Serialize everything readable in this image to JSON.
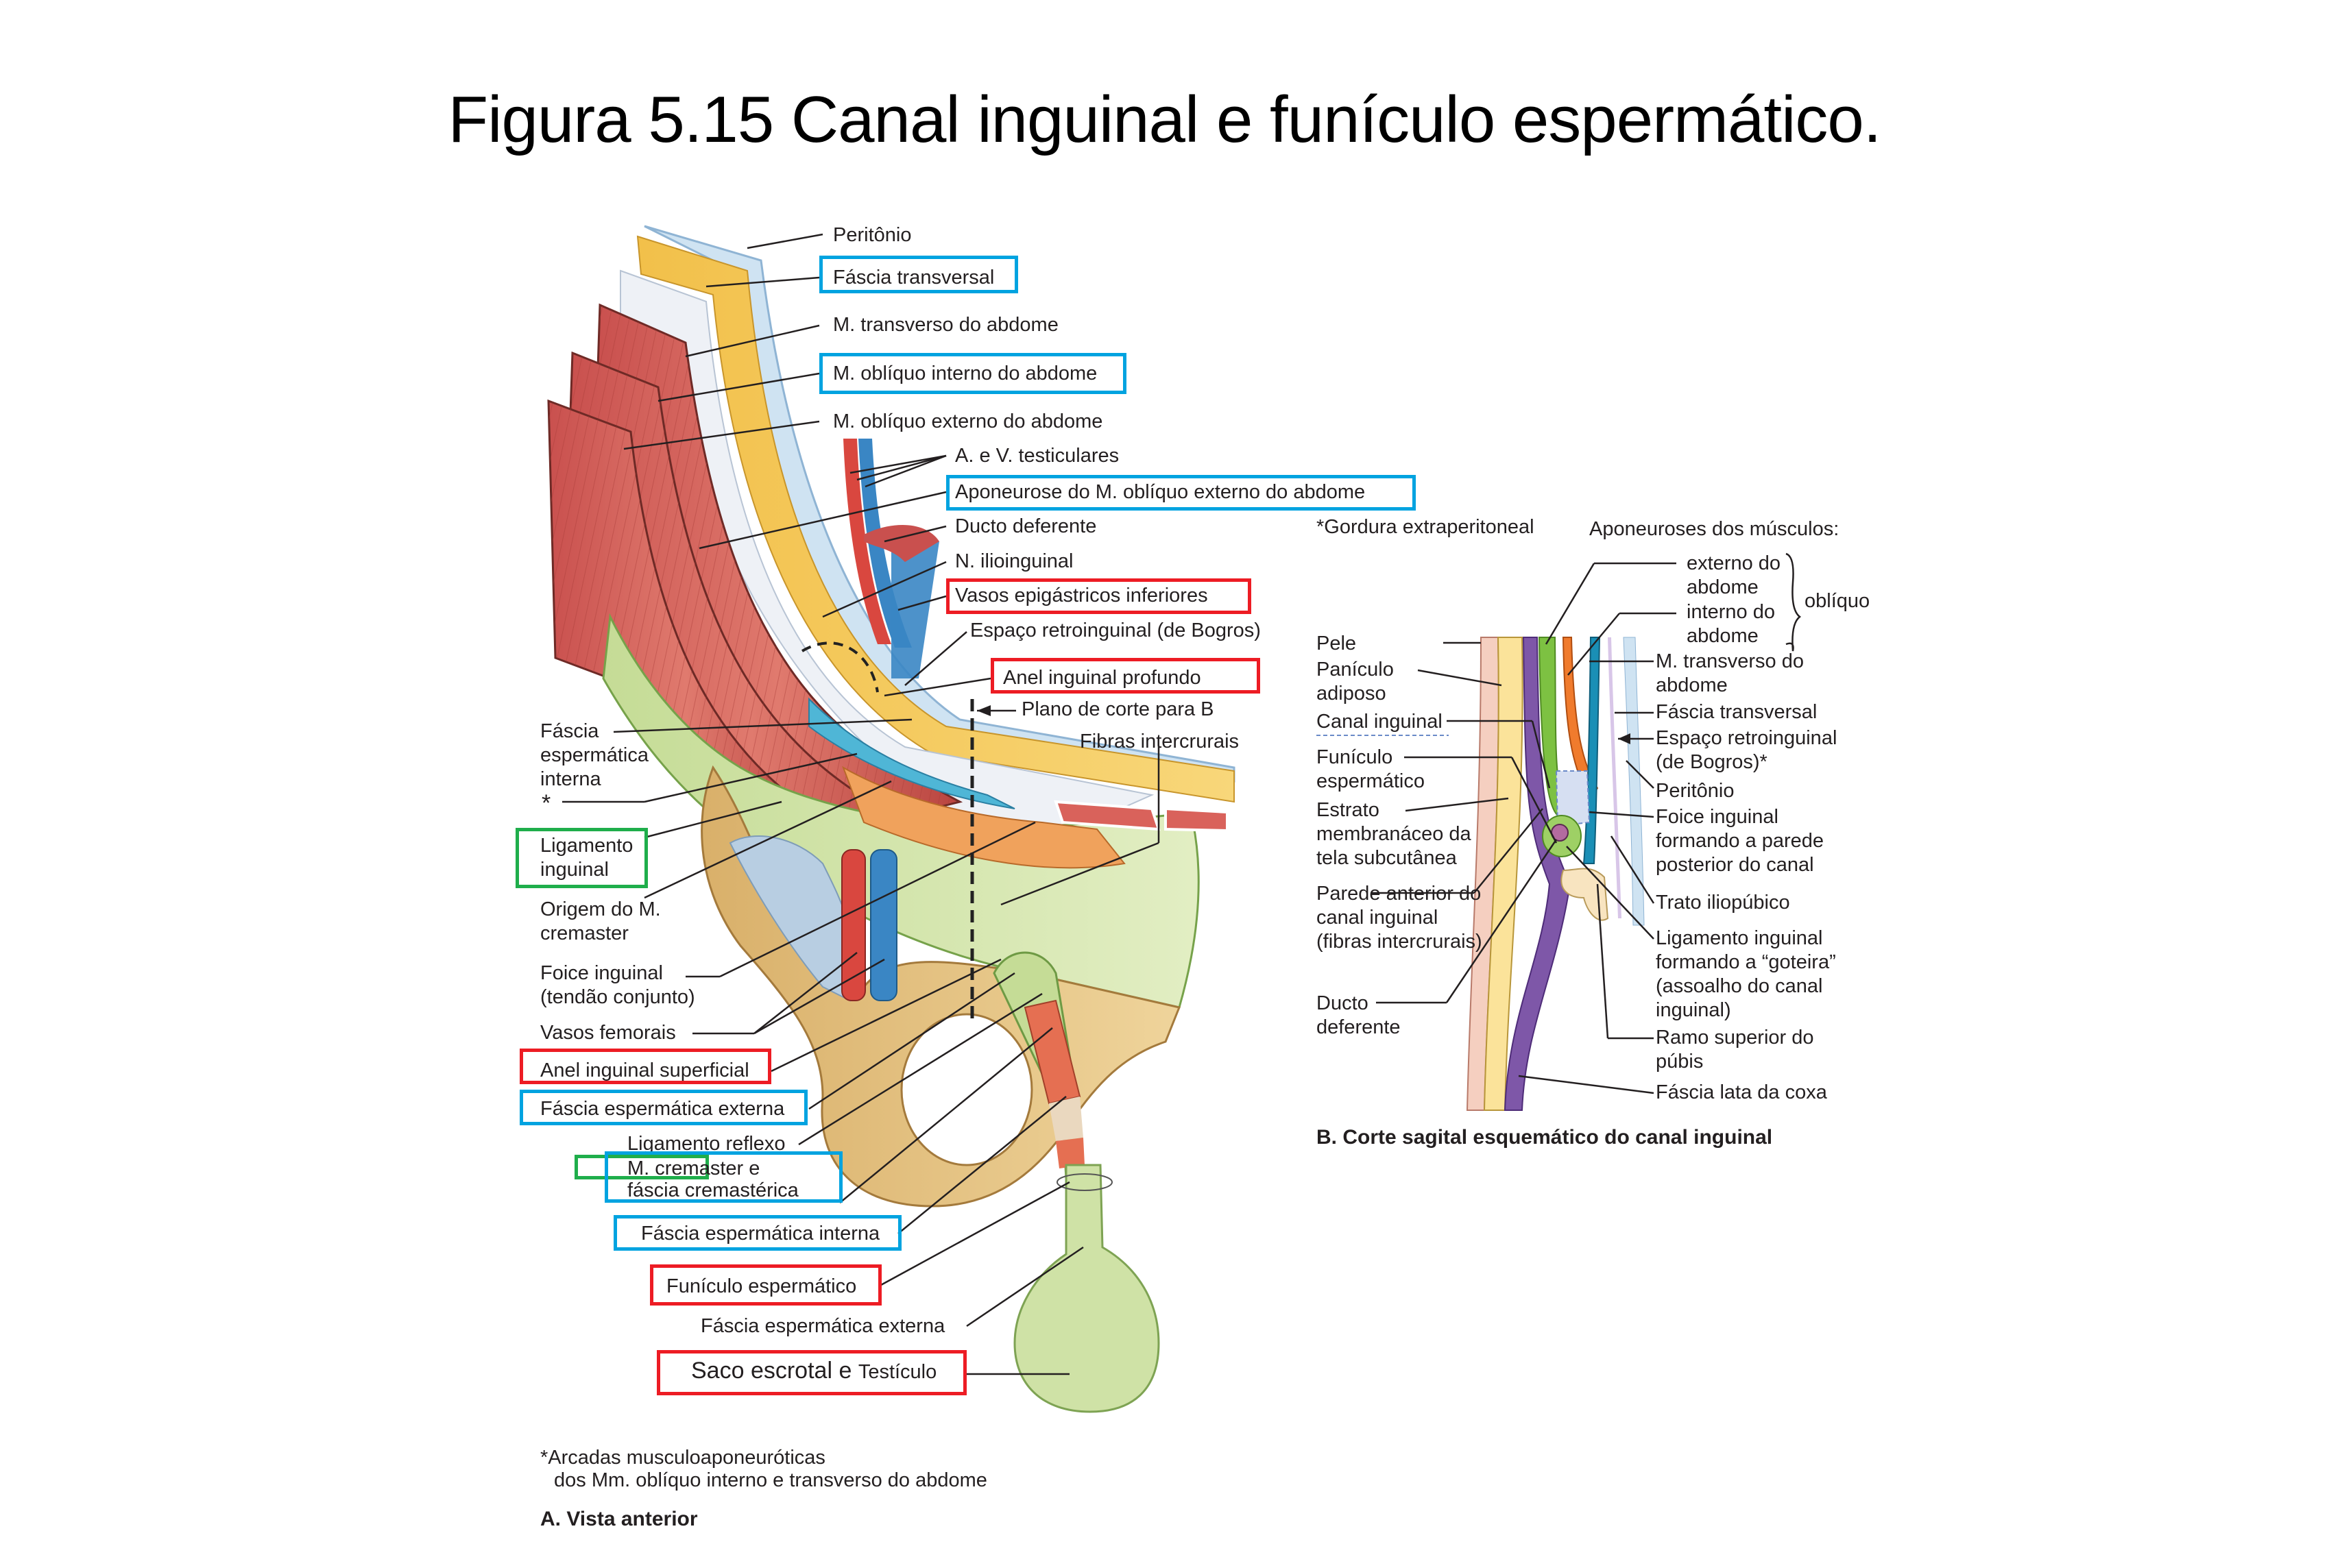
{
  "title": "Figura 5.15 Canal inguinal e funículo espermático.",
  "panel_a": {
    "caption": "A. Vista anterior",
    "footnote_line1": "*Arcadas musculoaponeuróticas",
    "footnote_line2": "dos Mm. oblíquo interno e transverso do abdome",
    "labels": {
      "peritonio": "Peritônio",
      "fascia_transversal": "Fáscia transversal",
      "m_transverso": "M. transverso do abdome",
      "m_obliquo_interno": "M. oblíquo interno do abdome",
      "m_obliquo_externo": "M. oblíquo externo do abdome",
      "a_v_testiculares": "A. e V. testiculares",
      "aponeurose": "Aponeurose do M. oblíquo externo do abdome",
      "ducto_deferente": "Ducto deferente",
      "n_ilioinguinal": "N. ilioinguinal",
      "vasos_epigastricos": "Vasos epigástricos inferiores",
      "espaco_retroinguinal": "Espaço retroinguinal (de Bogros)",
      "anel_profundo": "Anel inguinal profundo",
      "plano_corte": "Plano de corte para B",
      "fibras_intercrurais": "Fibras intercrurais",
      "fascia_esp_interna_left": "Fáscia espermática interna",
      "asterisk": "*",
      "ligamento_inguinal": "Ligamento inguinal",
      "origem_cremaster": "Origem do M. cremaster",
      "foice_inguinal": "Foice inguinal (tendão conjunto)",
      "vasos_femorais": "Vasos femorais",
      "anel_superficial": "Anel inguinal superficial",
      "fascia_esp_externa": "Fáscia espermática externa",
      "ligamento_reflexo": "Ligamento reflexo",
      "m_cremaster": "M. cremaster",
      "cremaster_e": " e",
      "fascia_cremasterica": "fáscia cremastérica",
      "fascia_esp_interna": "Fáscia espermática interna",
      "funiculo": "Funículo espermático",
      "fascia_esp_externa_2": "Fáscia espermática externa",
      "saco_escrotal": "Saco escrotal e",
      "testiculo": "Testículo"
    }
  },
  "panel_b": {
    "caption": "B. Corte sagital esquemático do canal inguinal",
    "gordura": "*Gordura extraperitoneal",
    "aponeuroses_title": "Aponeuroses dos músculos:",
    "obliquo": "oblíquo",
    "labels": {
      "externo": "externo do abdome",
      "interno": "interno do abdome",
      "pele": "Pele",
      "paniculo": "Panículo adiposo",
      "canal_inguinal": "Canal inguinal",
      "funiculo": "Funículo espermático",
      "estrato": "Estrato membranáceo da tela subcutânea",
      "parede": "Parede anterior do canal inguinal (fibras intercrurais)",
      "ducto": "Ducto deferente",
      "m_transverso": "M. transverso do abdome",
      "fascia_transversal": "Fáscia transversal",
      "espaco": "Espaço retroinguinal (de Bogros)*",
      "peritonio": "Peritônio",
      "foice": "Foice inguinal formando a parede posterior do canal",
      "trato": "Trato iliopúbico",
      "ligamento": "Ligamento inguinal formando a “goteira” (assoalho do canal inguinal)",
      "ramo": "Ramo superior do púbis",
      "fascia_lata": "Fáscia lata da coxa"
    }
  },
  "colors": {
    "highlight_blue": "#00a3e0",
    "highlight_red": "#ed1c24",
    "highlight_green": "#1fae4b"
  }
}
